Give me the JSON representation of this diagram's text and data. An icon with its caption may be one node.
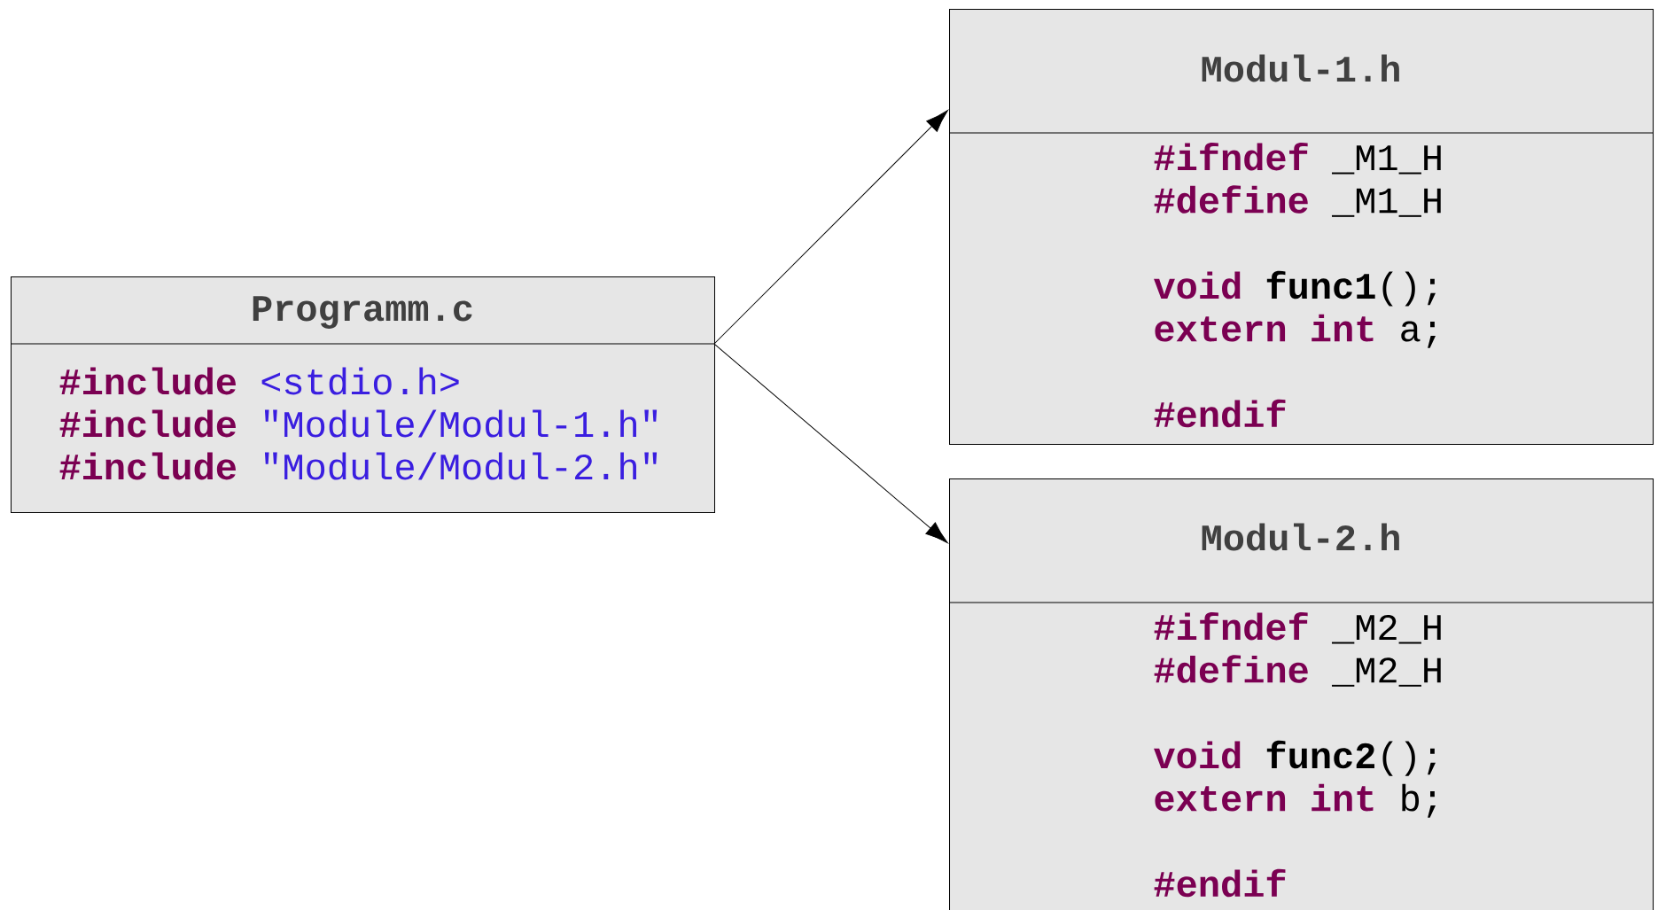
{
  "diagram": {
    "nodes": [
      {
        "text": [
          "Programm.c",
          "**#include** <stdio.h>",
          "**#include** \"Module/Modul-1.h\"",
          "**#include** \"Module/Modul-2.h\""
        ]
      },
      {
        "text": [
          "Modul-1.h",
          "**#ifndef** _M1_H",
          "**#define** _M1_H",
          "**void** **func1**();",
          "**extern int** a;",
          "**#endif**"
        ]
      },
      {
        "text": [
          "Modul-2.h",
          "**#ifndef** _M2_H",
          "**#define** _M2_H",
          "**void** **func2**();",
          "**extern int** b;",
          "**#endif**"
        ]
      }
    ],
    "edges": [
      {
        "from": 0,
        "to": 1,
        "arrow": "to"
      },
      {
        "from": 0,
        "to": 2,
        "arrow": "to"
      }
    ]
  }
}
